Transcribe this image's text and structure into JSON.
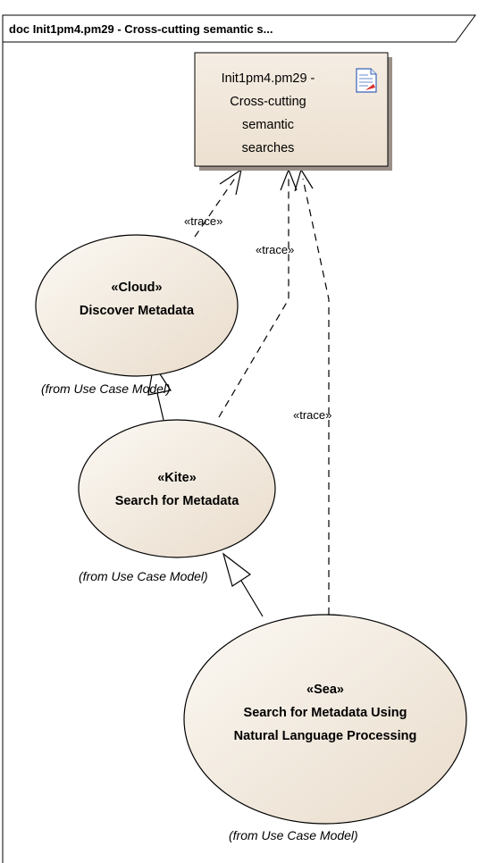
{
  "frame": {
    "title": "doc Init1pm4.pm29 - Cross-cutting semantic s..."
  },
  "requirement": {
    "lines": [
      "Init1pm4.pm29 -",
      "Cross-cutting",
      "semantic",
      "searches"
    ],
    "icon": "document-icon"
  },
  "use_cases": [
    {
      "stereotype": "«Cloud»",
      "name_lines": [
        "Discover Metadata"
      ],
      "from": "(from Use Case Model)"
    },
    {
      "stereotype": "«Kite»",
      "name_lines": [
        "Search for Metadata"
      ],
      "from": "(from Use Case Model)"
    },
    {
      "stereotype": "«Sea»",
      "name_lines": [
        "Search for Metadata Using",
        "Natural Language Processing"
      ],
      "from": "(from Use Case Model)"
    }
  ],
  "relations": {
    "trace_labels": [
      "«trace»",
      "«trace»",
      "«trace»"
    ]
  },
  "colors": {
    "requirement_fill": "#f1e7da",
    "usecase_fill": "#f1e7da",
    "line": "#000000"
  }
}
